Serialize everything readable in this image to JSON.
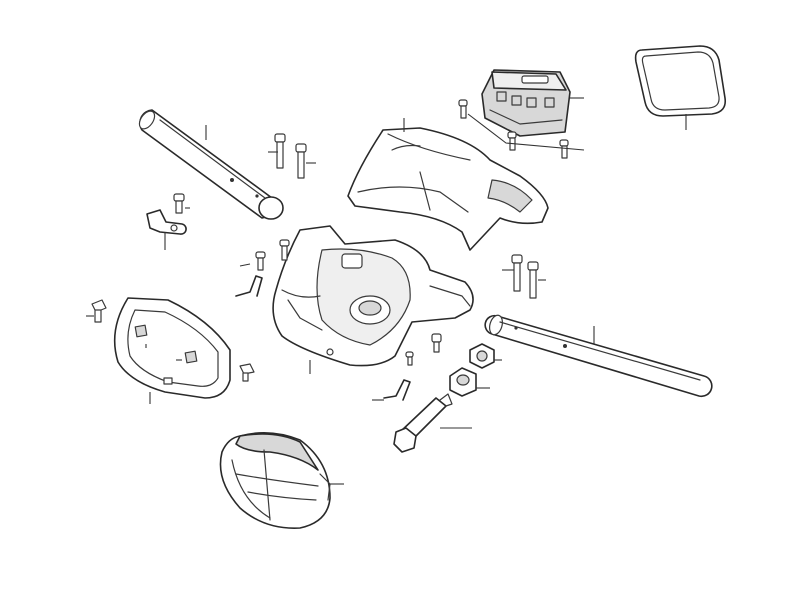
{
  "diagram": {
    "kind": "exploded-parts-view",
    "stroke_color": "#3a3a3a",
    "background": "#ffffff",
    "parts": [
      "handlebar-tube-left",
      "handlebar-tube-right",
      "handlebar-cover-upper",
      "handlebar-cover-lower",
      "instrument-cluster",
      "instrument-lens-gasket",
      "headlight-frame",
      "headlight-unit",
      "clamp-bracket",
      "bolts",
      "nut",
      "washer-collar",
      "hose-fittings"
    ]
  }
}
